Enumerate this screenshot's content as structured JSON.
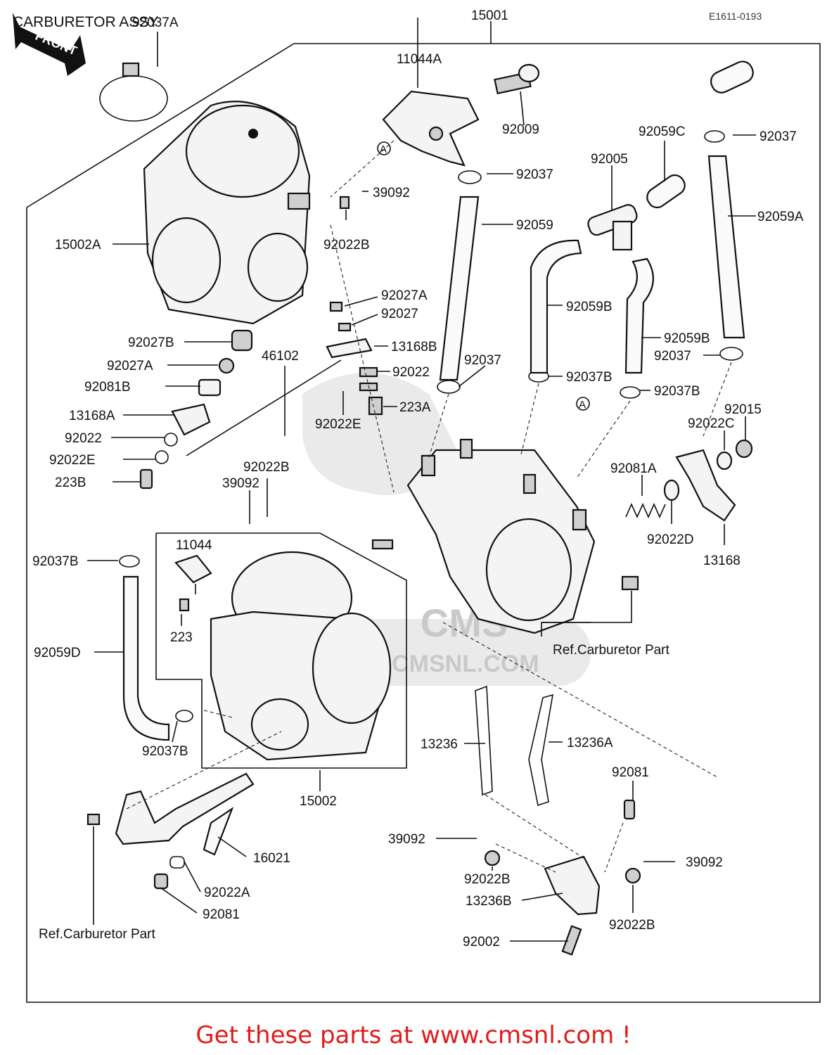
{
  "header": {
    "title": "CARBURETOR ASSY",
    "diagram_code": "E1611-0193",
    "front_label": "FRONT"
  },
  "watermark": {
    "text": "WWW.CMSNL.COM",
    "brand": "CMS"
  },
  "labels": {
    "l_92037A": "92037A",
    "l_15001": "15001",
    "l_11044A": "11044A",
    "l_92009": "92009",
    "l_92037_a": "92037",
    "l_92059C": "92059C",
    "l_92037_b": "92037",
    "l_92005": "92005",
    "l_39092_a": "39092",
    "l_92059": "92059",
    "l_92059A": "92059A",
    "l_15002A": "15002A",
    "l_92022B_a": "92022B",
    "l_92027A_a": "92027A",
    "l_92027_a": "92027",
    "l_92059B_a": "92059B",
    "l_92059B_b": "92059B",
    "l_92027B": "92027B",
    "l_46102": "46102",
    "l_13168B": "13168B",
    "l_92037_c": "92037",
    "l_92037_d": "92037",
    "l_92027A_b": "92027A",
    "l_92022_a": "92022",
    "l_92037B_a": "92037B",
    "l_92081B": "92081B",
    "l_92037B_b": "92037B",
    "l_13168A": "13168A",
    "l_223A": "223A",
    "l_92015": "92015",
    "l_92022E_a": "92022E",
    "l_92022C": "92022C",
    "l_92022_b": "92022",
    "l_92022E_b": "92022E",
    "l_92022B_b": "92022B",
    "l_92081A": "92081A",
    "l_223B": "223B",
    "l_39092_b": "39092",
    "l_92022D": "92022D",
    "l_11044": "11044",
    "l_92037B_c": "92037B",
    "l_13168": "13168",
    "l_223": "223",
    "l_92059D": "92059D",
    "l_13236": "13236",
    "l_13236A": "13236A",
    "l_92037B_d": "92037B",
    "l_15002": "15002",
    "l_92081_a": "92081",
    "l_16021": "16021",
    "l_39092_c": "39092",
    "l_39092_d": "39092",
    "l_92022B_c": "92022B",
    "l_92022A": "92022A",
    "l_13236B": "13236B",
    "l_92081_b": "92081",
    "l_92022B_d": "92022B",
    "l_92002": "92002",
    "l_A_top": "A",
    "l_A_mid": "A",
    "l_ref_right": "Ref.Carburetor Part",
    "l_ref_left": "Ref.Carburetor Part"
  },
  "footer": {
    "text": "Get these parts at www.cmsnl.com !"
  },
  "colors": {
    "footer_text": "#e11b1b",
    "line": "#111111",
    "watermark": "#d8d8d8"
  }
}
